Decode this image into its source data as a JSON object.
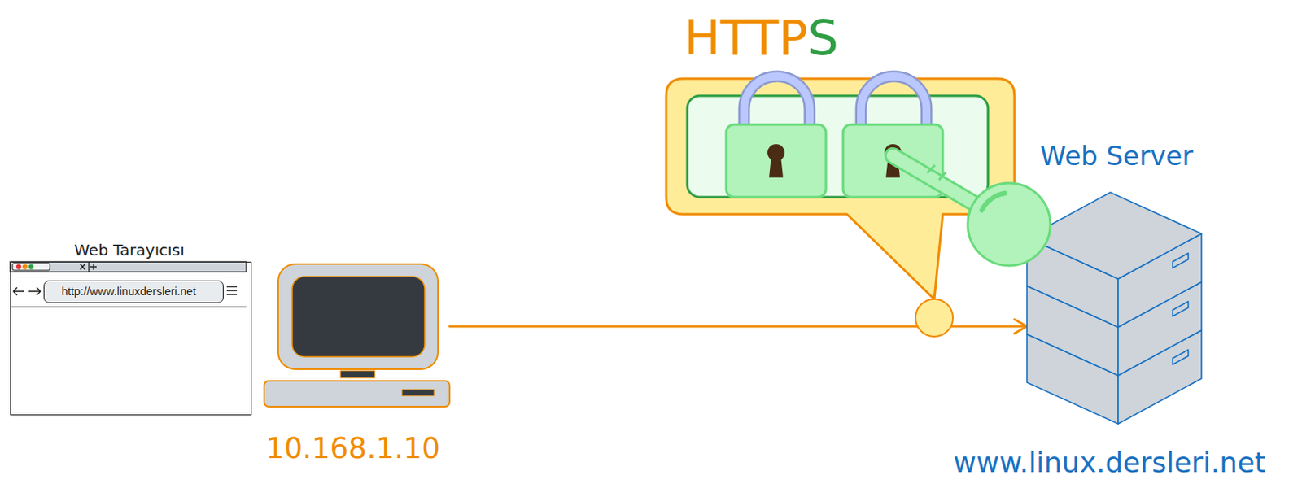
{
  "diagram": {
    "nodes": [
      {
        "text": [
          "Web Tarayıcısı"
        ]
      },
      {
        "text": [
          "http://www.linuxdersleri.net"
        ],
        "in": 0
      },
      {
        "text": [
          "10.168.1.10"
        ]
      },
      {
        "text": [
          "HTTPS"
        ]
      },
      {
        "text": [
          "Web Server",
          "www.linux.dersleri.net"
        ]
      }
    ],
    "edges": [
      {
        "from": 2,
        "to": 4,
        "arrow": "to"
      }
    ]
  }
}
